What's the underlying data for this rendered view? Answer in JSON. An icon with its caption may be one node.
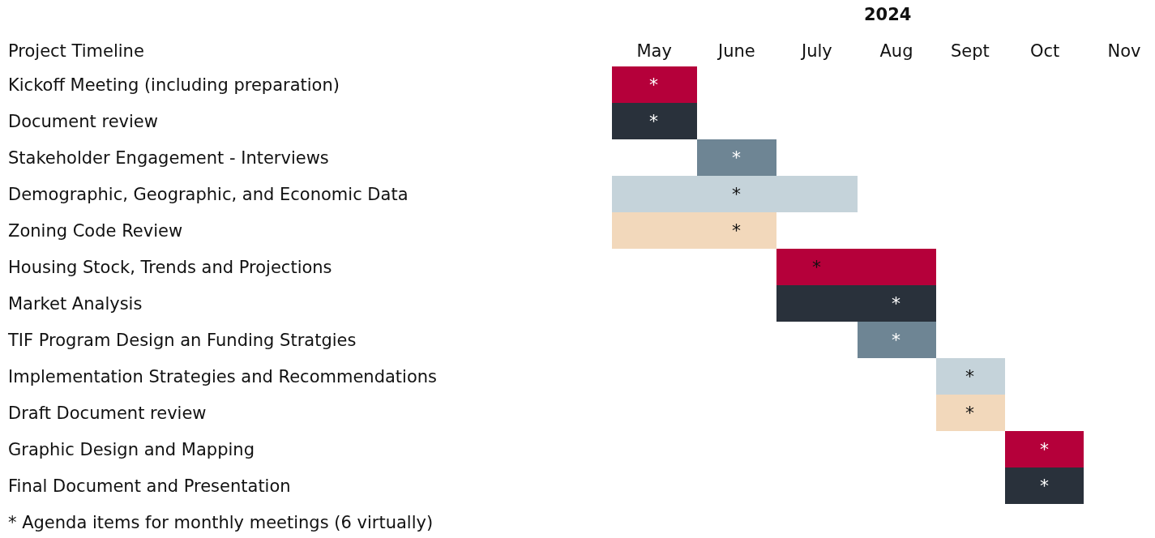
{
  "diagram": {
    "nodes": [
      {
        "text": [
          "*"
        ]
      },
      {
        "text": [
          "*"
        ]
      },
      {
        "text": [
          "*"
        ]
      },
      {
        "text": [
          "*"
        ]
      },
      {
        "text": [
          "*"
        ]
      },
      {
        "text": [
          "*"
        ]
      },
      {
        "text": [
          "*"
        ]
      },
      {
        "text": [
          "*"
        ]
      },
      {
        "text": [
          "*"
        ]
      },
      {
        "text": [
          "*"
        ]
      },
      {
        "text": [
          "*"
        ]
      },
      {
        "text": [
          "*"
        ]
      }
    ],
    "labels": [
      "2024",
      "Project Timeline",
      "May",
      "June",
      "July",
      "Aug",
      "Sept",
      "Oct",
      "Nov",
      "Kickoff Meeting (including preparation)",
      "Document review",
      "Stakeholder Engagement - Interviews",
      "Demographic, Geographic, and Economic Data",
      "Zoning Code Review",
      "Housing Stock, Trends and Projections",
      "Market Analysis",
      "TIF Program Design an Funding Stratgies",
      "Implementation Strategies and Recommendations",
      "Draft Document review",
      "Graphic Design and Mapping",
      "Final Document and Presentation",
      "* Agenda items for monthly meetings (6 virtually)"
    ]
  }
}
